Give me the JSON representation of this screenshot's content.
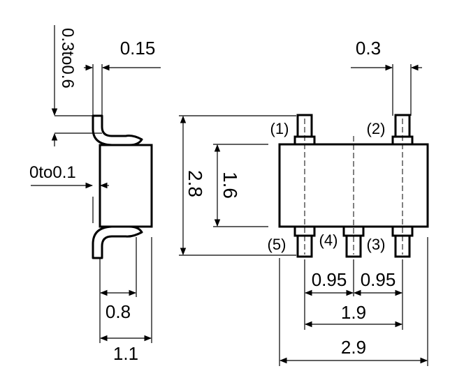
{
  "drawing": {
    "dimensions": {
      "lead_thickness_side": "0.15",
      "lead_bend_height": "0.3to0.6",
      "standoff": "0to0.1",
      "lead_length": "0.8",
      "overall_side_width": "1.1",
      "lead_width_top": "0.3",
      "body_width": "1.6",
      "overall_height": "2.8",
      "pitch_left": "0.95",
      "pitch_right": "0.95",
      "pin_span": "1.9",
      "body_length": "2.9"
    },
    "pins": {
      "pin1": "(1)",
      "pin2": "(2)",
      "pin3": "(3)",
      "pin4": "(4)",
      "pin5": "(5)"
    }
  }
}
